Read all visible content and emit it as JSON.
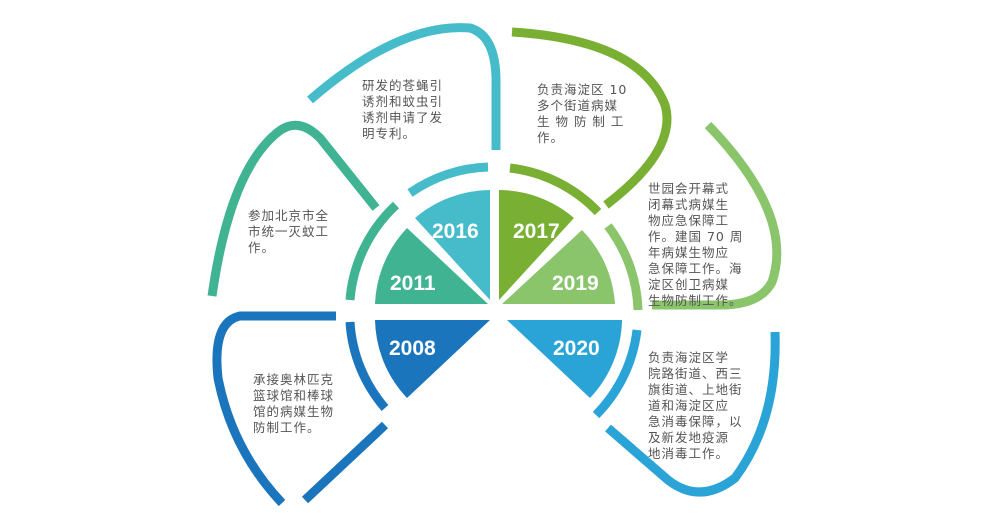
{
  "colors": {
    "y2008": "#1b75bc",
    "y2011": "#40b393",
    "y2016": "#46bccb",
    "y2017": "#79b033",
    "y2019": "#8bc56b",
    "y2020": "#2aa3d6"
  },
  "years": {
    "y2008": "2008",
    "y2011": "2011",
    "y2016": "2016",
    "y2017": "2017",
    "y2019": "2019",
    "y2020": "2020"
  },
  "events": {
    "y2016": [
      "研发的苍蝇引",
      "诱剂和蚊虫引",
      "诱剂申请了发",
      "明专利。"
    ],
    "y2017": [
      "负责海淀区 10",
      "多个街道病媒",
      "生 物 防 制 工",
      "作。"
    ],
    "y2019": [
      "世园会开幕式",
      "闭幕式病媒生",
      "物应急保障工",
      "作。建国 70 周",
      "年病媒生物应",
      "急保障工作。海",
      "淀区创卫病媒",
      "生物防制工作。"
    ],
    "y2020": [
      "负责海淀区学",
      "院路街道、西三",
      "旗街道、上地街",
      "道和海淀区应",
      "急消毒保障，以",
      "及新发地疫源",
      "地消毒工作。"
    ],
    "y2008": [
      "承接奥林匹克",
      "篮球馆和棒球",
      "馆的病媒生物",
      "防制工作。"
    ],
    "y2011": [
      "参加北京市全",
      "市统一灭蚊工",
      "作。"
    ]
  }
}
